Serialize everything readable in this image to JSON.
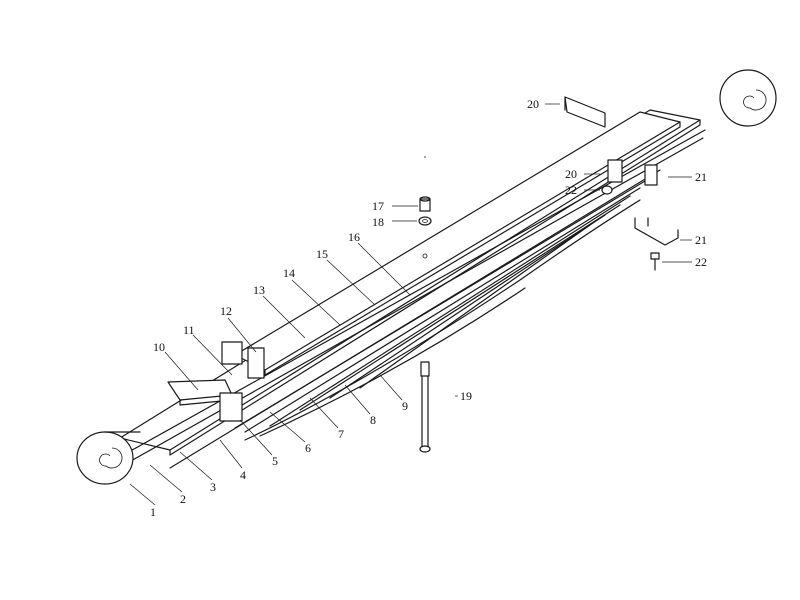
{
  "callouts": [
    {
      "id": "c1",
      "text": "1"
    },
    {
      "id": "c2",
      "text": "2"
    },
    {
      "id": "c3",
      "text": "3"
    },
    {
      "id": "c4",
      "text": "4"
    },
    {
      "id": "c5",
      "text": "5"
    },
    {
      "id": "c6",
      "text": "6"
    },
    {
      "id": "c7",
      "text": "7"
    },
    {
      "id": "c8",
      "text": "8"
    },
    {
      "id": "c9",
      "text": "9"
    },
    {
      "id": "c10",
      "text": "10"
    },
    {
      "id": "c11",
      "text": "11"
    },
    {
      "id": "c12",
      "text": "12"
    },
    {
      "id": "c13",
      "text": "13"
    },
    {
      "id": "c14",
      "text": "14"
    },
    {
      "id": "c15",
      "text": "15"
    },
    {
      "id": "c16",
      "text": "16"
    },
    {
      "id": "c17",
      "text": "17"
    },
    {
      "id": "c18",
      "text": "18"
    },
    {
      "id": "c19",
      "text": "19"
    },
    {
      "id": "c20a",
      "text": "20"
    },
    {
      "id": "c20b",
      "text": "20"
    },
    {
      "id": "c21a",
      "text": "21"
    },
    {
      "id": "c21b",
      "text": "21"
    },
    {
      "id": "c22a",
      "text": "22"
    },
    {
      "id": "c22b",
      "text": "22"
    }
  ]
}
